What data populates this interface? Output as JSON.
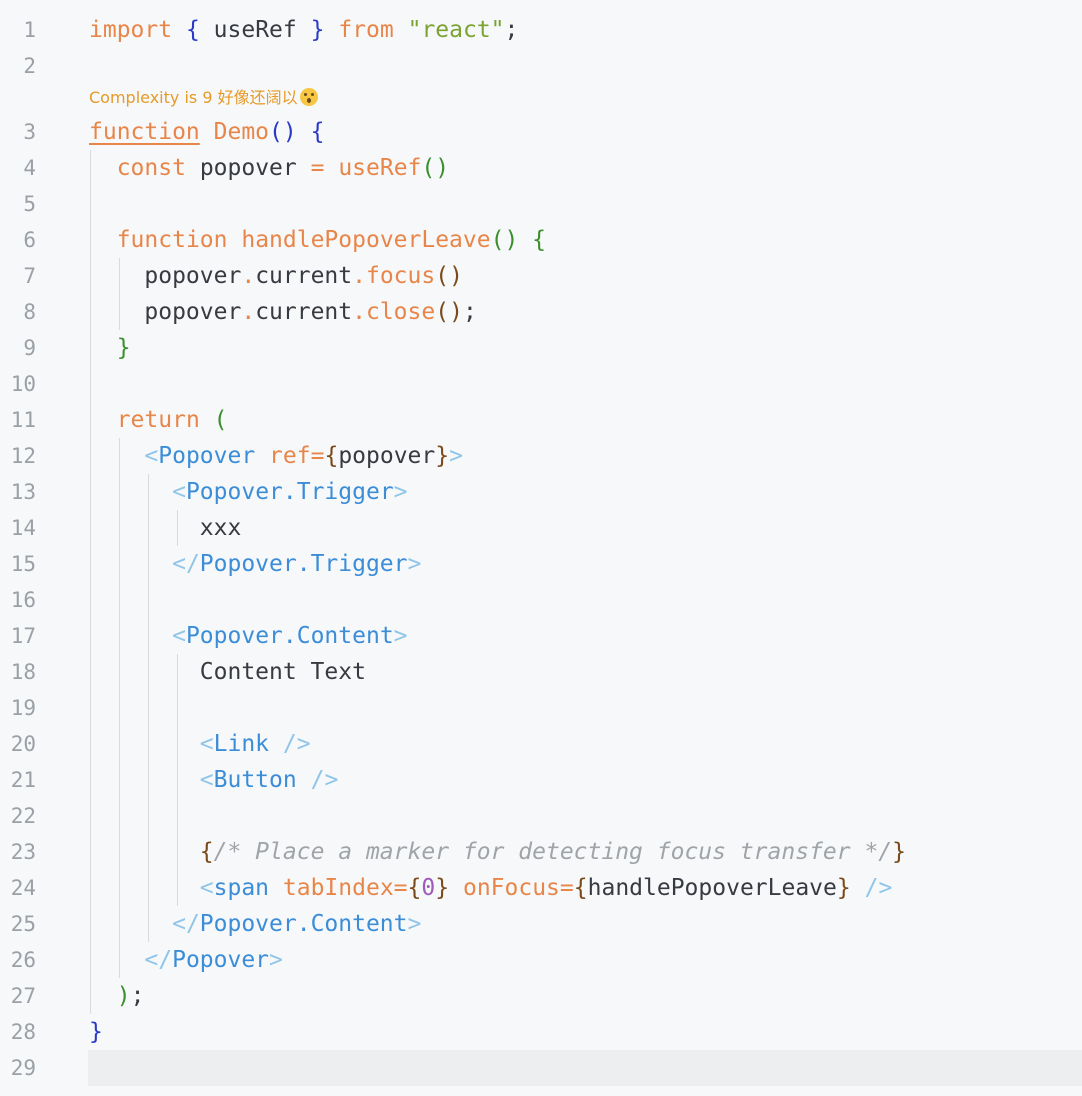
{
  "codelens": {
    "text": "Complexity is 9 好像还阔以",
    "emoji": "hushed-face-emoji"
  },
  "lines": [
    {
      "n": "1"
    },
    {
      "n": "2"
    },
    {
      "n": "3"
    },
    {
      "n": "4"
    },
    {
      "n": "5"
    },
    {
      "n": "6"
    },
    {
      "n": "7"
    },
    {
      "n": "8"
    },
    {
      "n": "9"
    },
    {
      "n": "10"
    },
    {
      "n": "11"
    },
    {
      "n": "12"
    },
    {
      "n": "13"
    },
    {
      "n": "14"
    },
    {
      "n": "15"
    },
    {
      "n": "16"
    },
    {
      "n": "17"
    },
    {
      "n": "18"
    },
    {
      "n": "19"
    },
    {
      "n": "20"
    },
    {
      "n": "21"
    },
    {
      "n": "22"
    },
    {
      "n": "23"
    },
    {
      "n": "24"
    },
    {
      "n": "25"
    },
    {
      "n": "26"
    },
    {
      "n": "27"
    },
    {
      "n": "28"
    },
    {
      "n": "29"
    }
  ],
  "tokens": {
    "l1": [
      "import",
      "{",
      "useRef",
      "}",
      "from",
      "\"react\"",
      ";"
    ],
    "l3": [
      "function",
      "Demo",
      "(",
      ")",
      "{"
    ],
    "l4": [
      "const",
      "popover",
      "=",
      "useRef",
      "(",
      ")"
    ],
    "l6": [
      "function",
      "handlePopoverLeave",
      "(",
      ")",
      "{"
    ],
    "l7": [
      "popover",
      ".",
      "current",
      ".",
      "focus",
      "(",
      ")"
    ],
    "l8": [
      "popover",
      ".",
      "current",
      ".",
      "close",
      "(",
      ")",
      ";"
    ],
    "l9": [
      "}"
    ],
    "l11": [
      "return",
      "("
    ],
    "l12": [
      "<",
      "Popover",
      "ref",
      "=",
      "{",
      "popover",
      "}",
      ">"
    ],
    "l13": [
      "<",
      "Popover.Trigger",
      ">"
    ],
    "l14": [
      "xxx"
    ],
    "l15": [
      "</",
      "Popover.Trigger",
      ">"
    ],
    "l17": [
      "<",
      "Popover.Content",
      ">"
    ],
    "l18": [
      "Content Text"
    ],
    "l20": [
      "<",
      "Link",
      "/>"
    ],
    "l21": [
      "<",
      "Button",
      "/>"
    ],
    "l23": [
      "{",
      "/* Place a marker for detecting focus transfer */",
      "}"
    ],
    "l24": [
      "<",
      "span",
      "tabIndex",
      "=",
      "{",
      "0",
      "}",
      "onFocus",
      "=",
      "{",
      "handlePopoverLeave",
      "}",
      "/>"
    ],
    "l25": [
      "</",
      "Popover.Content",
      ">"
    ],
    "l26": [
      "</",
      "Popover",
      ">"
    ],
    "l27": [
      ")",
      ";"
    ],
    "l28": [
      "}"
    ]
  },
  "colors": {
    "background": "#f6f8fa",
    "keyword": "#e8864a",
    "string": "#7ca332",
    "jsx_tag": "#3c8dd8",
    "comment": "#a0a4a8",
    "codelens": "#e69a27"
  }
}
